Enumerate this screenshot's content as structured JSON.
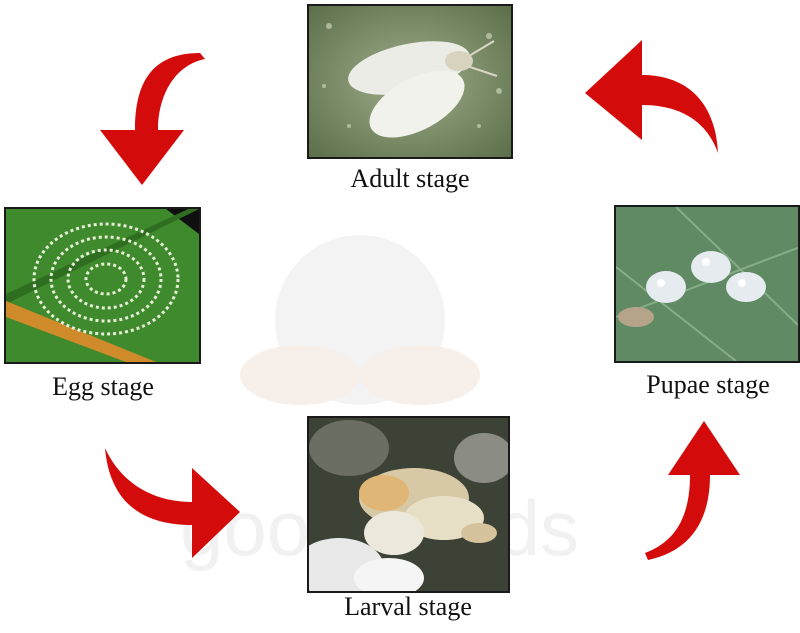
{
  "stages": {
    "adult": {
      "label": "Adult stage"
    },
    "egg": {
      "label": "Egg stage"
    },
    "larval": {
      "label": "Larval stage"
    },
    "pupae": {
      "label": "Pupae stage"
    }
  },
  "watermark": {
    "text": "goodwands"
  },
  "colors": {
    "arrow": "#d40b0b",
    "label_text": "#111111"
  },
  "icons": {
    "cycle_arrows": "curved-arrow-icon"
  }
}
